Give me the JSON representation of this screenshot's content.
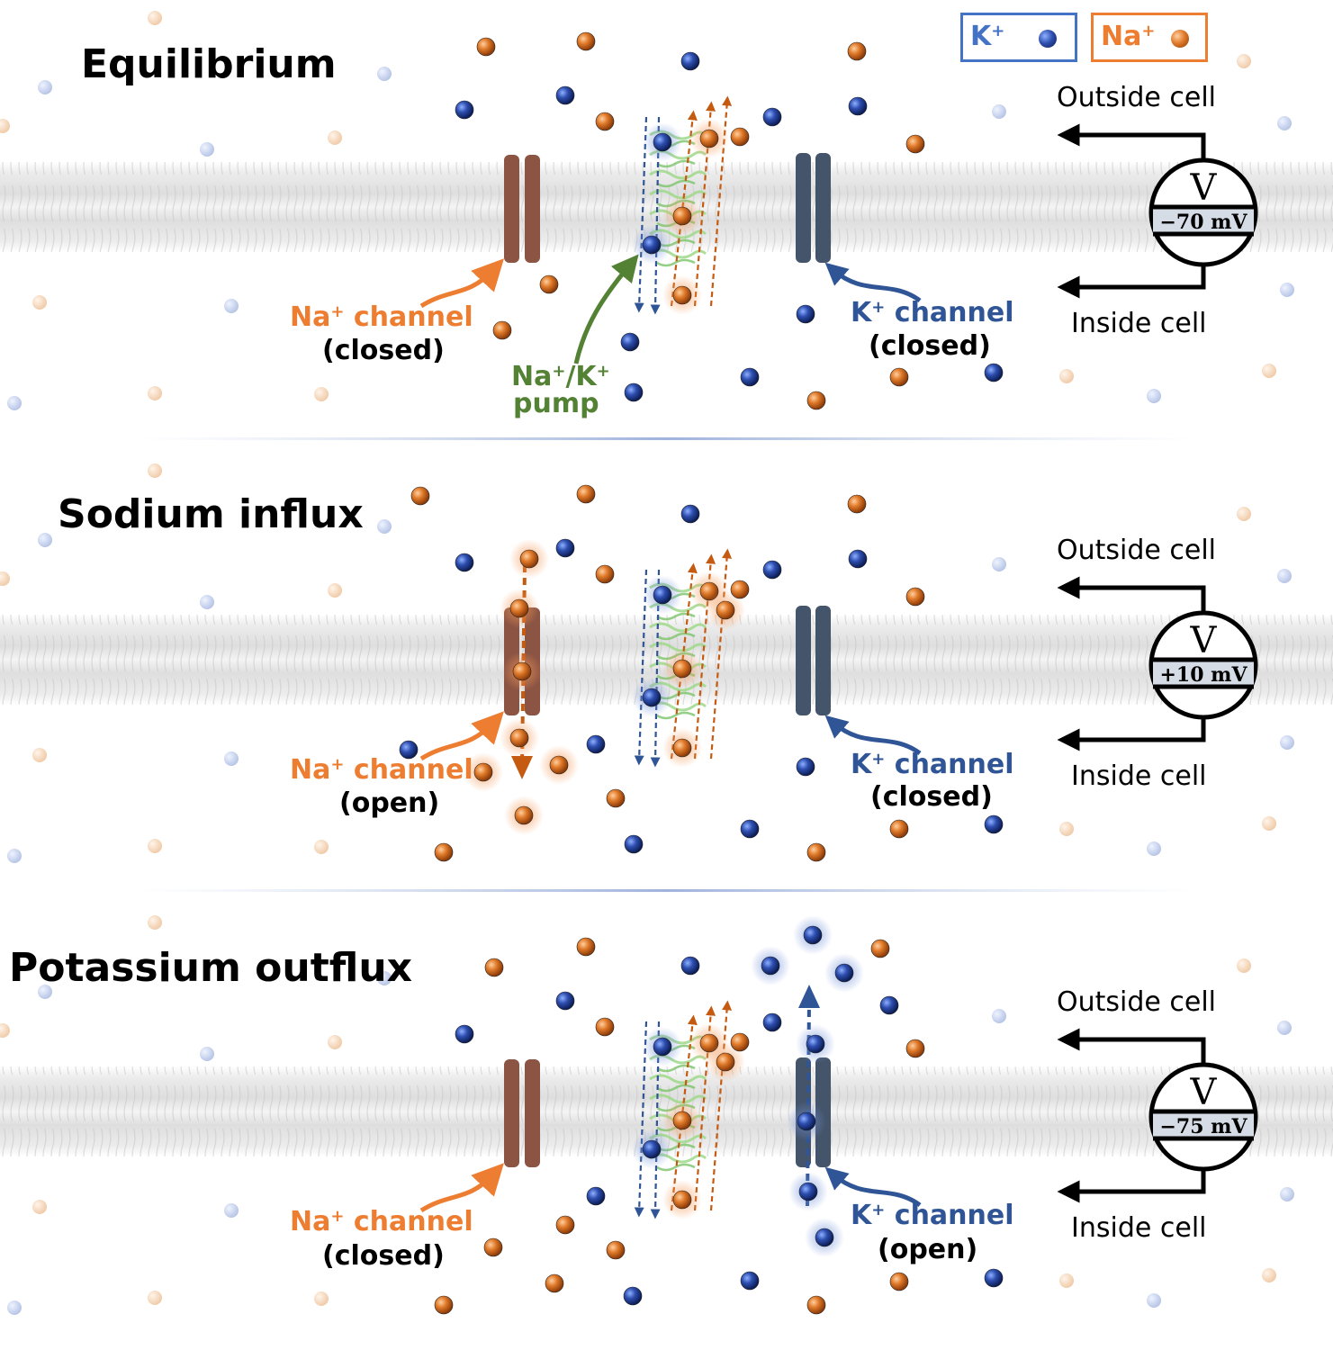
{
  "legend": {
    "k": {
      "label": "K",
      "sup": "+"
    },
    "na": {
      "label": "Na",
      "sup": "+"
    }
  },
  "colors": {
    "potassium": "#2F5597",
    "sodium": "#ED7D31",
    "pump": "#548235",
    "na_channel": "#8C5443",
    "k_channel": "#44546A"
  },
  "panels": [
    {
      "title": "Equilibrium",
      "na_channel": {
        "name": "Na",
        "sup": "+",
        "word": " channel",
        "state": "(closed)"
      },
      "k_channel": {
        "name": "K",
        "sup": "+",
        "word": " channel",
        "state": "(closed)"
      },
      "pump": {
        "line1_a": "Na",
        "line1_b": "/K",
        "sup": "+",
        "line2": "pump"
      },
      "meter": {
        "symbol": "V",
        "reading": "−70 mV",
        "outside": "Outside cell",
        "inside": "Inside cell"
      }
    },
    {
      "title": "Sodium influx",
      "na_channel": {
        "name": "Na",
        "sup": "+",
        "word": " channel",
        "state": "(open)"
      },
      "k_channel": {
        "name": "K",
        "sup": "+",
        "word": " channel",
        "state": "(closed)"
      },
      "meter": {
        "symbol": "V",
        "reading": "+10 mV",
        "outside": "Outside cell",
        "inside": "Inside cell"
      }
    },
    {
      "title": "Potassium outflux",
      "na_channel": {
        "name": "Na",
        "sup": "+",
        "word": " channel",
        "state": "(closed)"
      },
      "k_channel": {
        "name": "K",
        "sup": "+",
        "word": " channel",
        "state": "(open)"
      },
      "meter": {
        "symbol": "V",
        "reading": "−75 mV",
        "outside": "Outside cell",
        "inside": "Inside cell"
      }
    }
  ]
}
